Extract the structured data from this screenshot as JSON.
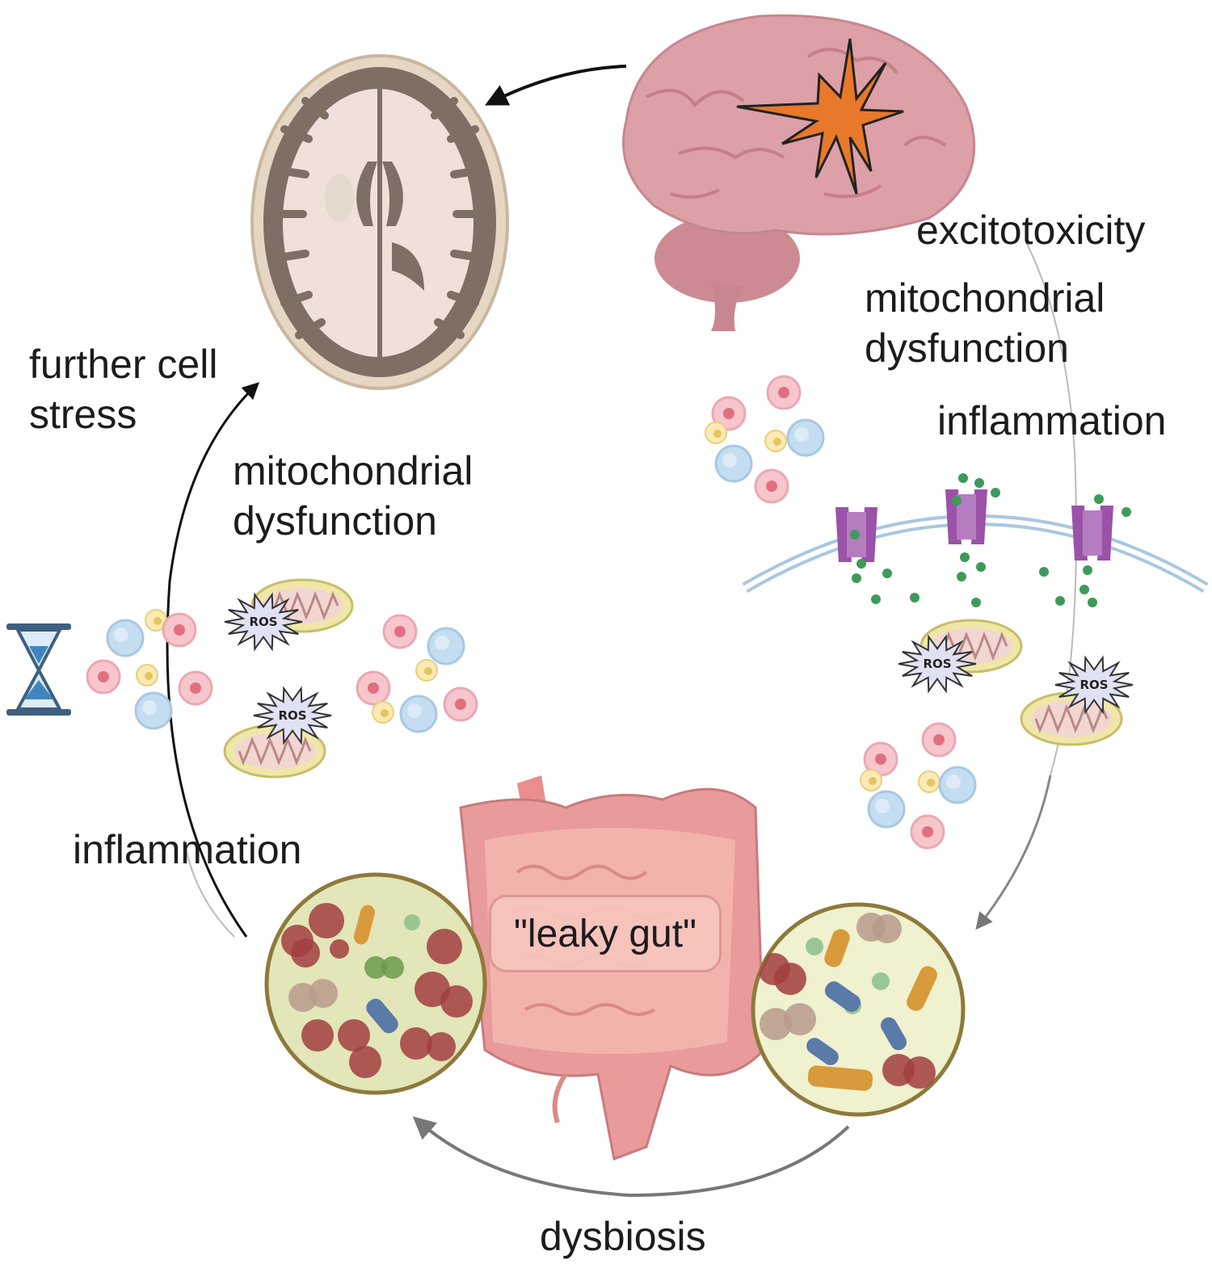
{
  "labels": {
    "further_cell_stress_line1": "further cell",
    "further_cell_stress_line2": "stress",
    "left_mito_line1": "mitochondrial",
    "left_mito_line2": "dysfunction",
    "left_inflammation": "inflammation",
    "excitotoxicity": "excitotoxicity",
    "right_mito_line1": "mitochondrial",
    "right_mito_line2": "dysfunction",
    "right_inflammation": "inflammation",
    "leaky_gut": "\"leaky gut\"",
    "dysbiosis": "dysbiosis",
    "ros": "ROS"
  },
  "icons": [
    "brain-icon",
    "brain-section-icon",
    "hourglass-icon",
    "intestine-icon",
    "mitochondrion-icon",
    "ros-burst-icon",
    "immune-cell-icon",
    "bacteria-icon",
    "membrane-channel-icon",
    "excitotoxic-star-icon"
  ],
  "colors": {
    "brain_pink": "#d89ca3",
    "starburst": "#e8782a",
    "channel_purple": "#9b52a8",
    "glutamate_green": "#3e9a5a",
    "gut_circle_fill": "#e2e6b8",
    "mito_fill": "#efe7a9",
    "ros_fill": "#e1e1f4",
    "hourglass_blue": "#3f86c1"
  }
}
